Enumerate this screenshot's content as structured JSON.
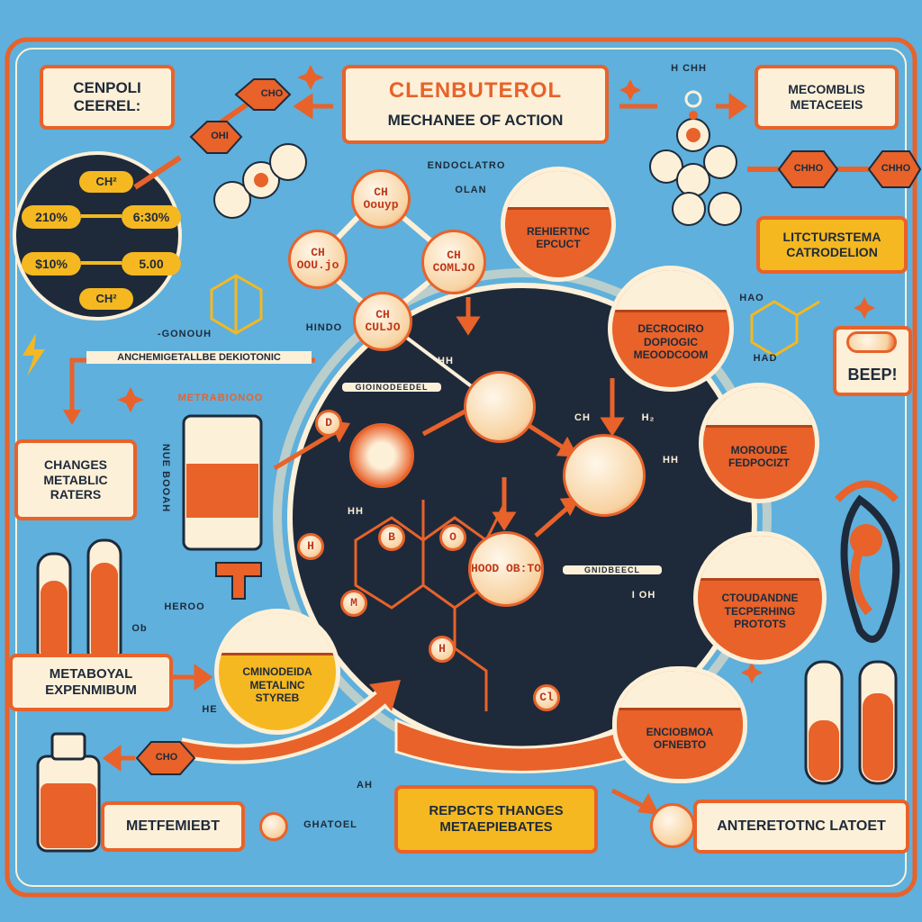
{
  "title": {
    "main": "CLENBUTEROL",
    "sub": "MECHANEE OF ACTION"
  },
  "top_left_box": "CENPOLI CEEREL:",
  "top_right_box": "MECOMBLIS METACEEIS",
  "right_box_yellow": "LITCTURSTEMA CATRODELION",
  "beep_label": "BEEP!",
  "left_box_changes": "CHANGES METABLIC RATERS",
  "left_box_metaboyal": "METABOYAL EXPENMIBUM",
  "bottom_box_metfemiebt": "METFEMIEBT",
  "bottom_box_reprects": "REPBCTS THANGES METAEPIEBATES",
  "bottom_box_anteretotnc": "ANTERETOTNC LATOET",
  "dark_circle_values": [
    "CH²",
    "210%",
    "6:30%",
    "$10%",
    "5.00",
    "CH²"
  ],
  "arrow_label": "ANCHEMIGETALLBE DEKIOTONIC",
  "small_labels": {
    "endocrine": "ENDOCLATRO",
    "olan": "OLAN",
    "hindo": "HINDO",
    "gonouh": "-GONOUH",
    "metabolic_small": "METRABIONOO",
    "hchh": "H CHH",
    "hao": "HAO",
    "had": "HAD",
    "heroo": "HEROO",
    "ah": "AH",
    "he": "HE",
    "ghatoel": "GHATOEL",
    "side_vertical": "NUE BOOAH",
    "cell_label_1": "GIOINODEEDEL",
    "cell_label_2": "GNIDBEECL",
    "hh1": "HH",
    "hh2": "HH",
    "ch": "CH",
    "h2": "H₂",
    "hh3": "HH",
    "iohh": "I OH",
    "ob": "Ob"
  },
  "chain_molecule": "CHO",
  "chain_small": "OHI",
  "right_chain": [
    "CHHO",
    "CHHO"
  ],
  "sphere_labels": [
    "CH Oouyp",
    "CH OOU.jo",
    "CH COMLJO",
    "CH CULJO",
    "HOOD OB:TO"
  ],
  "ring_atoms": [
    "H",
    "B",
    "O",
    "M",
    "H",
    "Cl",
    "D"
  ],
  "bubbles": [
    "REHIERTNC EPCUCT",
    "DECROCIRO DOPIOGIC MEOODCOOM",
    "MOROUDE FEDPOCIZT",
    "CTOUDANDNE TECPERHING PROTOTS",
    "ENCIOBMOA OFNEBTO",
    "CMINODEIDA METALINC STYREB"
  ],
  "colors": {
    "background": "#5fb0dc",
    "accent_orange": "#e8622a",
    "cream": "#fdf0d8",
    "yellow": "#f5b820",
    "navy": "#1e2a3a"
  }
}
